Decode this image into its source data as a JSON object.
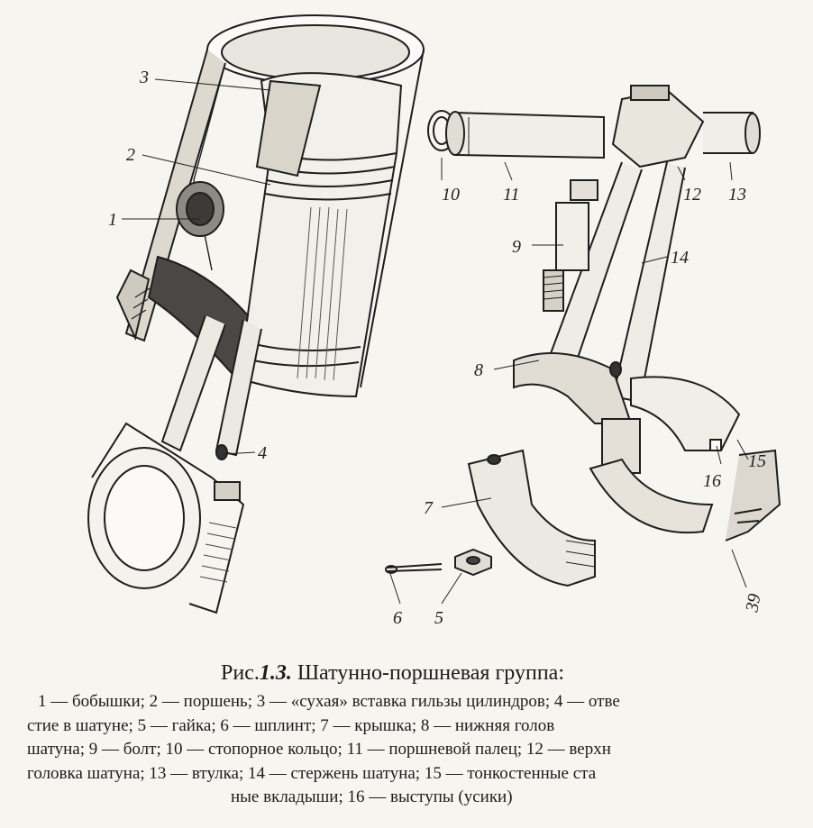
{
  "callouts": {
    "c1": "1",
    "c2": "2",
    "c3": "3",
    "c4": "4",
    "c5": "5",
    "c6": "6",
    "c7": "7",
    "c8": "8",
    "c9": "9",
    "c10": "10",
    "c11": "11",
    "c12": "12",
    "c13": "13",
    "c14": "14",
    "c15": "15",
    "c16": "16",
    "c39": "39"
  },
  "caption": {
    "prefix": "Рис.",
    "number": "1.3.",
    "title": "Шатунно-поршневая группа:"
  },
  "legend_lines": [
    "1 — бобышки; 2 — поршень; 3 — «сухая» вставка гильзы цилиндров; 4 — отве",
    "стие в шатуне; 5 — гайка; 6 — шплинт; 7 — крышка; 8 — нижняя голов",
    "шатуна; 9 — болт; 10 — стопорное кольцо; 11 — поршневой палец; 12 — верхн",
    "головка шатуна; 13 — втулка; 14 — стержень шатуна; 15 — тонкостенные ста",
    "ные вкладыши; 16 — выступы (усики)"
  ]
}
